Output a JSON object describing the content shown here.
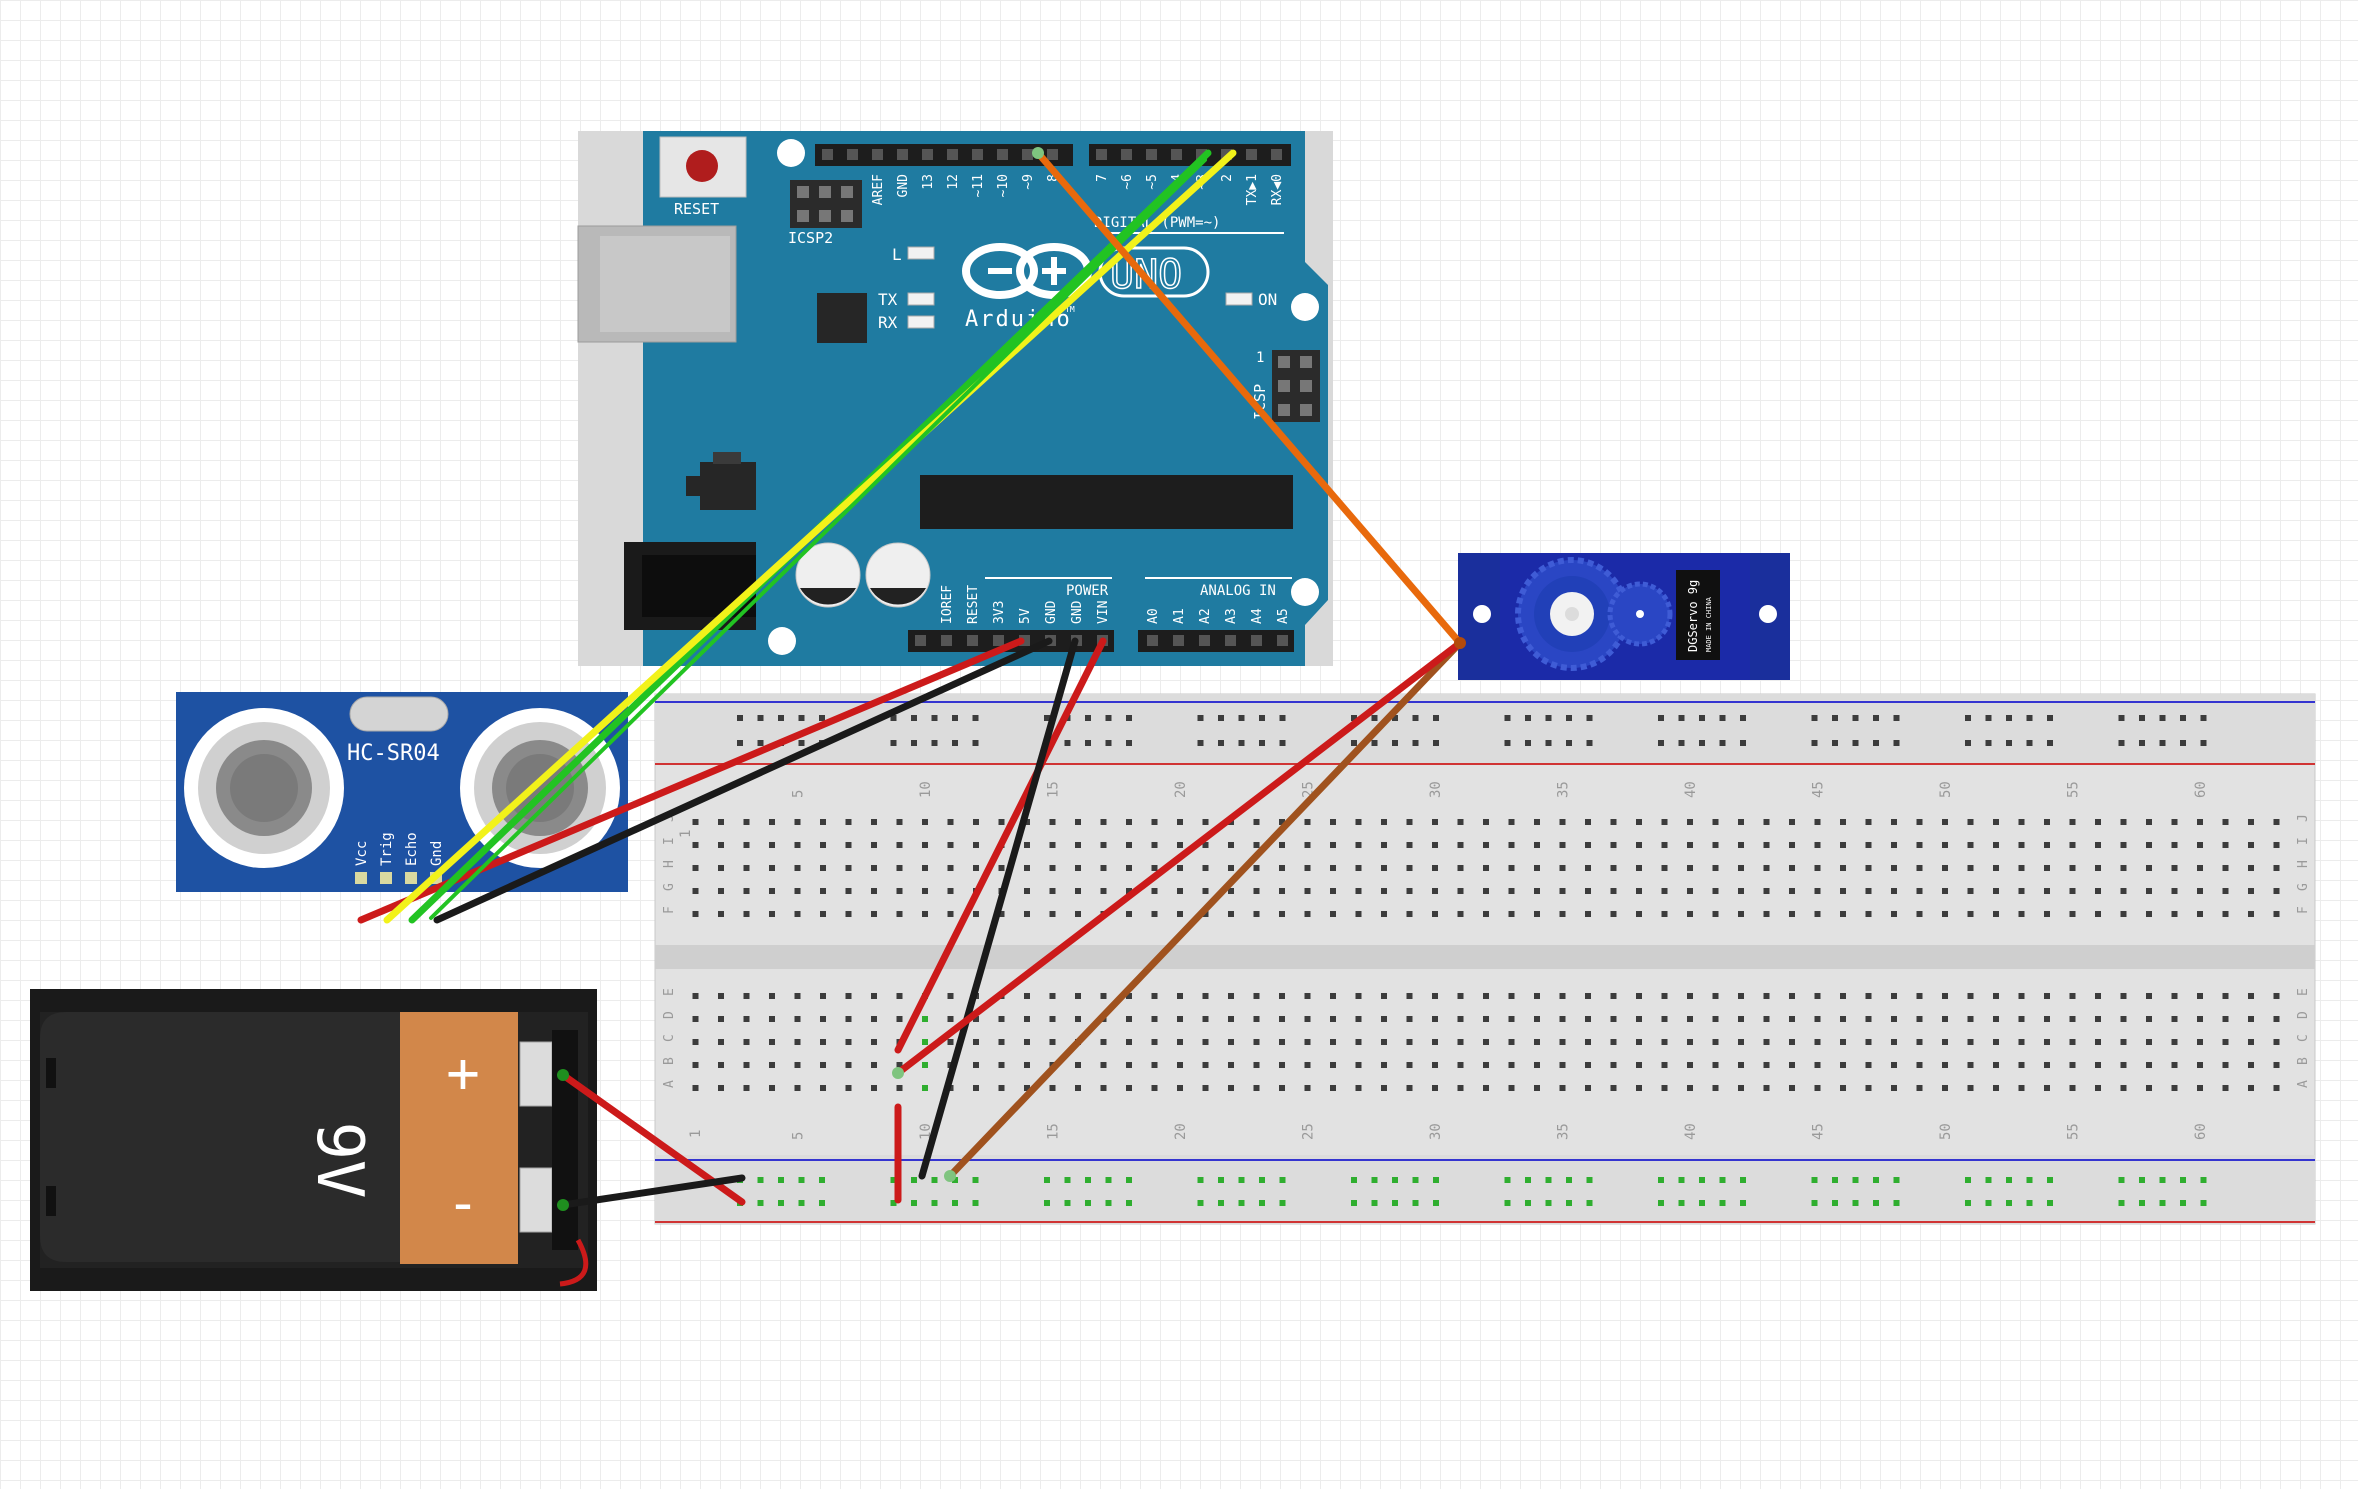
{
  "arduino": {
    "brand": "Arduino",
    "model": "UNO",
    "tm": "TM",
    "reset_label": "RESET",
    "icsp2_label": "ICSP2",
    "icsp_label": "ICSP",
    "icsp_pin1": "1",
    "led_l": "L",
    "led_tx": "TX",
    "led_rx": "RX",
    "led_on": "ON",
    "digital_header": "DIGITAL (PWM=~)",
    "power_header": "POWER",
    "analog_header": "ANALOG IN",
    "top_pins": [
      "AREF",
      "GND",
      "13",
      "12",
      "~11",
      "~10",
      "~9",
      "8",
      "7",
      "~6",
      "~5",
      "4",
      "~3",
      "2",
      "TX▶1",
      "RX◀0"
    ],
    "power_pins": [
      "IOREF",
      "RESET",
      "3V3",
      "5V",
      "GND",
      "GND",
      "VIN"
    ],
    "analog_pins": [
      "A0",
      "A1",
      "A2",
      "A3",
      "A4",
      "A5"
    ]
  },
  "sensor": {
    "model": "HC-SR04",
    "pins": [
      "Vcc",
      "Trig",
      "Echo",
      "Gnd"
    ]
  },
  "servo": {
    "label": "DGServo 9g",
    "made_in": "MADE IN CHINA"
  },
  "battery": {
    "label": "9V",
    "plus": "+",
    "minus": "-"
  },
  "breadboard": {
    "col_numbers": [
      "5",
      "10",
      "15",
      "20",
      "25",
      "30",
      "35",
      "40",
      "45",
      "50",
      "55",
      "60"
    ],
    "top_left_one": "1",
    "bottom_left_one": "1",
    "rows_top": [
      "J",
      "I",
      "H",
      "G",
      "F"
    ],
    "rows_bottom": [
      "E",
      "D",
      "C",
      "B",
      "A"
    ]
  },
  "wire_colors": {
    "red": "#cc1a1a",
    "black": "#1a1a1a",
    "green": "#22c322",
    "yellow": "#f2f21a",
    "orange": "#e8690c",
    "brown": "#a0521e"
  },
  "board_colors": {
    "arduino_blue": "#1f7ba1",
    "sensor_blue": "#1e52a3",
    "servo_blue": "#1a2f9c",
    "battery_orange": "#d2874a"
  }
}
